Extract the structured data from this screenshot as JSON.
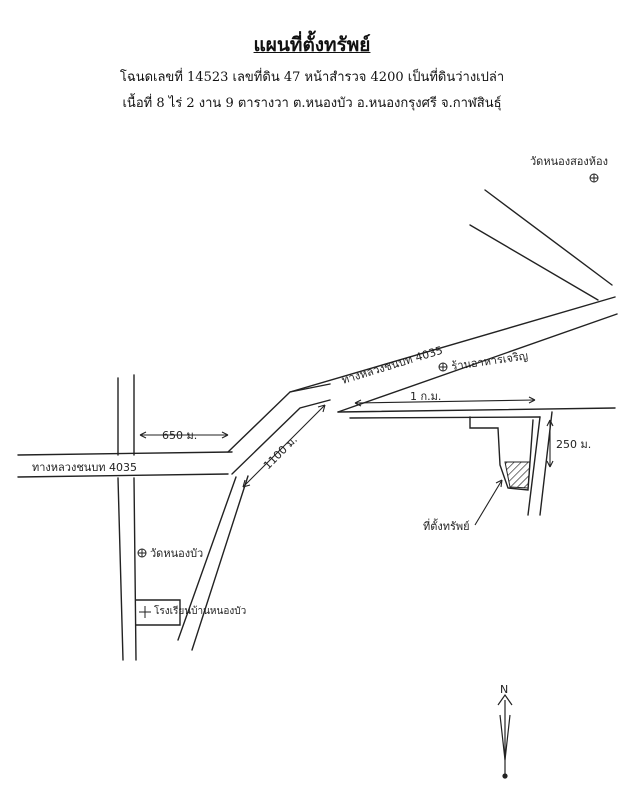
{
  "document": {
    "title": "แผนที่ตั้งทรัพย์",
    "line1": "โฉนดเลขที่ 14523 เลขที่ดิน 47 หน้าสำรวจ 4200 เป็นที่ดินว่างเปล่า",
    "line2": "เนื้อที่ 8 ไร่ 2 งาน 9 ตารางวา ต.หนองบัว อ.หนองกรุงศรี จ.กาฬสินธุ์"
  },
  "map": {
    "labels": {
      "temple_top_right": "วัดหนองสองห้อง",
      "road_upper": "ทางหลวงชนบท 4035",
      "market": "ร้านอาหารเจริญ",
      "distance_1km": "1 ก.ม.",
      "distance_650m": "650 ม.",
      "distance_1100m": "1100 ม.",
      "distance_250m": "250 ม.",
      "road_left": "ทางหลวงชนบท 4035",
      "property": "ที่ตั้งทรัพย์",
      "temple_left": "วัดหนองบัว",
      "school": "โรงเรียนบ้านหนองบัว",
      "north": "N"
    }
  }
}
